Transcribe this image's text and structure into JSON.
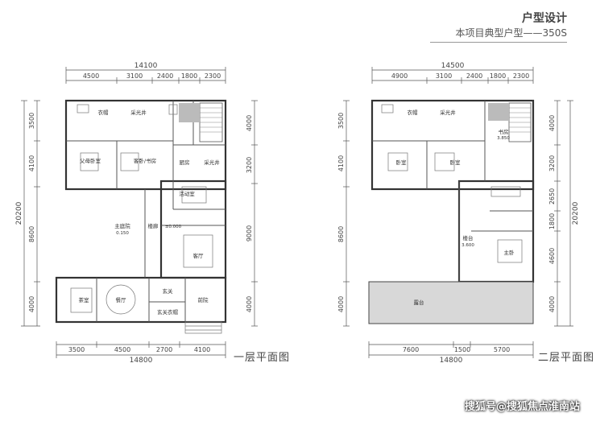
{
  "header": {
    "title": "户型设计",
    "subtitle": "本项目典型户型——350S"
  },
  "floor1": {
    "label": "一层平面图",
    "top_total": "14100",
    "top_dims": [
      "4500",
      "3100",
      "2400",
      "1800",
      "2300"
    ],
    "bottom_total": "14800",
    "bottom_dims": [
      "3500",
      "4500",
      "2700",
      "4100"
    ],
    "left_total": "20200",
    "left_dims": [
      "3500",
      "4100",
      "8600",
      "4000"
    ],
    "right_dims": [
      "4000",
      "3200",
      "9000",
      "4000"
    ],
    "rooms": {
      "bedroom_parent": "父母卧室",
      "bedroom_guest": "客卧/书房",
      "kitchen": "厨房",
      "skylight": "采光井",
      "activity": "活动室",
      "corridor": "楼廊",
      "main_garden": "主庭院",
      "living": "客厅",
      "dining": "餐厅",
      "tea": "茶室",
      "entry": "玄关",
      "coat": "玄关衣帽",
      "front_garden": "前院",
      "closet": "衣帽"
    },
    "levels": {
      "main": "±0.000",
      "garden": "0.150"
    }
  },
  "floor2": {
    "label": "二层平面图",
    "top_total": "14500",
    "top_dims": [
      "4900",
      "3100",
      "2400",
      "1800",
      "2300"
    ],
    "bottom_total": "14800",
    "bottom_dims": [
      "7600",
      "1500",
      "5700"
    ],
    "left_dims": [
      "3500",
      "4100",
      "8600",
      "4000"
    ],
    "right_total": "20200",
    "right_dims": [
      "4000",
      "3200",
      "2650",
      "1800",
      "4600",
      "4000"
    ],
    "rooms": {
      "closet": "衣帽",
      "skylight": "采光井",
      "bedroom_a": "卧室",
      "bedroom_b": "卧室",
      "study": "书房",
      "terrace": "露台",
      "master": "主卧",
      "stair_hall": "楼台"
    },
    "levels": {
      "a": "3.850",
      "b": "3.600"
    }
  },
  "watermark": "搜狐号@搜狐焦点淮南站"
}
